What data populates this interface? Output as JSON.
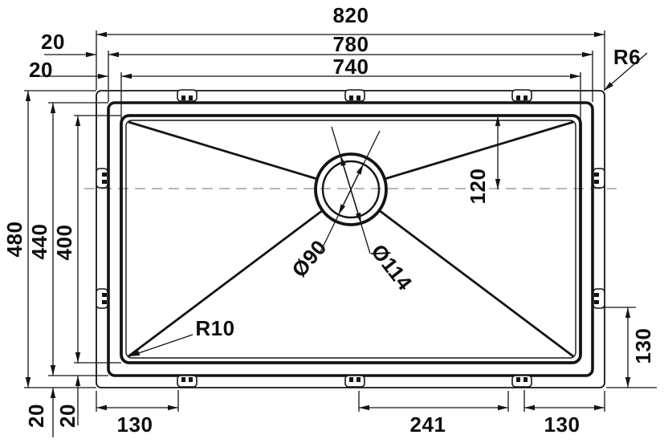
{
  "drawing": {
    "type": "technical-drawing",
    "subject": "undermount-sink-top-view",
    "labels": {
      "overall_width": "820",
      "rim_width": "780",
      "bowl_width": "740",
      "top_offset_outer": "20",
      "top_offset_inner": "20",
      "corner_radius_outer": "R6",
      "overall_depth": "480",
      "rim_depth": "440",
      "bowl_depth": "400",
      "drain_offset_from_top": "120",
      "drain_inner_diameter": "Ø90",
      "drain_outer_diameter": "Ø114",
      "bowl_corner_radius": "R10",
      "bottom_offset_outer": "20",
      "bottom_offset_inner": "20",
      "clip_left_span": "130",
      "clip_center_span": "241",
      "clip_right_span": "130",
      "clip_side_span": "130"
    }
  }
}
